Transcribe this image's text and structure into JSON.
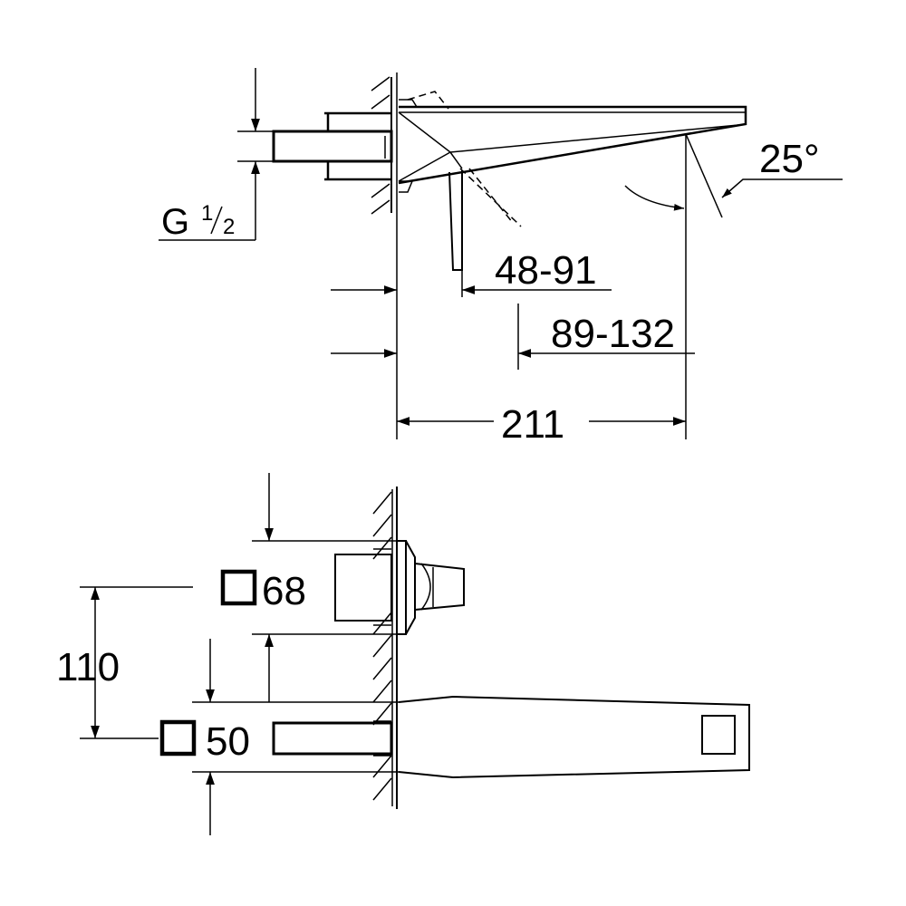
{
  "drawing": {
    "side_view": {
      "thread_label": "G",
      "thread_fraction_num": "1",
      "thread_fraction_den": "2",
      "angle_label": "25°",
      "dim_lever_range": "48-91",
      "dim_spout_range": "89-132",
      "dim_length": "211"
    },
    "front_view": {
      "handle_square_size": "68",
      "spout_square_size": "50",
      "dim_spacing": "110"
    },
    "line_color": "#000000",
    "background_color": "#ffffff"
  }
}
